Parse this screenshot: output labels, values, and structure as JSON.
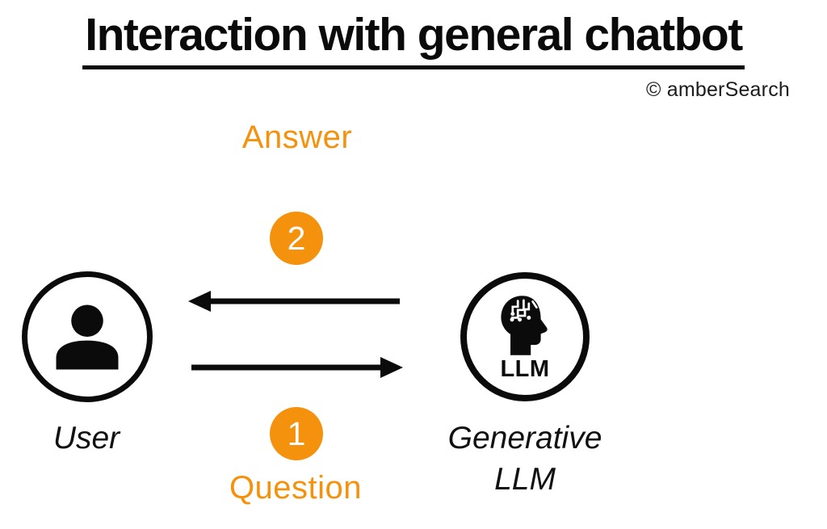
{
  "title": "Interaction with general chatbot",
  "copyright": "© amberSearch",
  "colors": {
    "accent": "#F4920D",
    "ink": "#0b0b0b",
    "background": "#ffffff"
  },
  "flow": {
    "answer": {
      "step": "2",
      "label": "Answer",
      "direction": "llm-to-user"
    },
    "question": {
      "step": "1",
      "label": "Question",
      "direction": "user-to-llm"
    }
  },
  "nodes": {
    "user": {
      "label": "User",
      "icon": "person-icon"
    },
    "llm": {
      "label_line1": "Generative",
      "label_line2": "LLM",
      "icon": "circuit-head-icon",
      "icon_caption": "LLM"
    }
  }
}
